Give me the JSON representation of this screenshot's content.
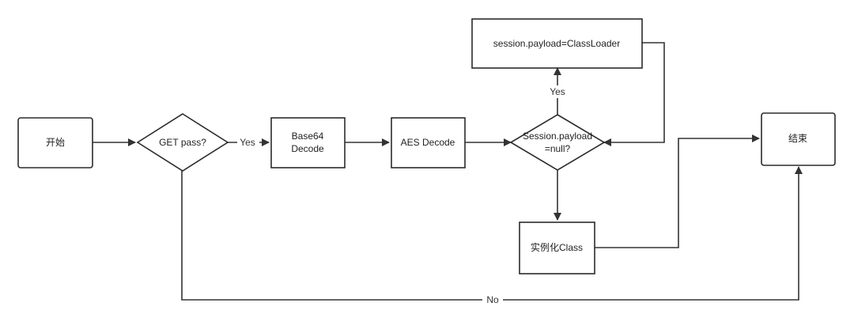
{
  "nodes": {
    "start": "开始",
    "get_pass": "GET pass?",
    "base64_line1": "Base64",
    "base64_line2": "Decode",
    "aes_decode": "AES Decode",
    "session_check_line1": "Session.payload",
    "session_check_line2": "=null?",
    "set_payload": "session.payload=ClassLoader",
    "instantiate": "实例化Class",
    "end": "结束"
  },
  "edges": {
    "get_yes": "Yes",
    "session_yes": "Yes",
    "get_no": "No"
  }
}
